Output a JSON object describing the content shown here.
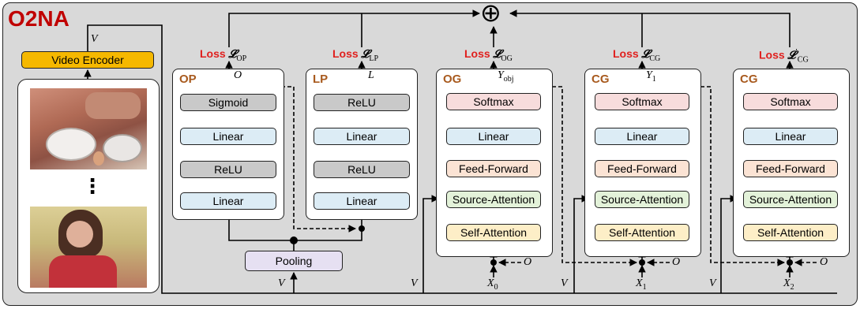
{
  "title": "O2NA",
  "colors": {
    "title": "#c00000",
    "loss_word": "#e0201e",
    "panel_title": "#a85a1e",
    "video_encoder": "#f5b800"
  },
  "video_encoder": {
    "label": "Video Encoder",
    "output_var": "V"
  },
  "frames": {
    "ellipsis": "⋮"
  },
  "pooling": {
    "label": "Pooling",
    "input_var": "V"
  },
  "op": {
    "title": "OP",
    "output_var": "O",
    "loss": {
      "word": "Loss",
      "symbol": "𝓛",
      "sub": "OP"
    },
    "blocks": [
      "Sigmoid",
      "Linear",
      "ReLU",
      "Linear"
    ]
  },
  "lp": {
    "title": "LP",
    "output_var": "L",
    "loss": {
      "word": "Loss",
      "symbol": "𝓛",
      "sub": "LP"
    },
    "blocks": [
      "ReLU",
      "Linear",
      "ReLU",
      "Linear"
    ]
  },
  "og": {
    "title": "OG",
    "output_var": "Y",
    "output_sub": "obj",
    "loss": {
      "word": "Loss",
      "symbol": "𝓛",
      "sub": "OG"
    },
    "blocks": [
      "Softmax",
      "Linear",
      "Feed-Forward",
      "Source-Attention",
      "Self-Attention"
    ],
    "input_var": "X",
    "input_sub": "0",
    "side_var": "O",
    "v_var": "V"
  },
  "cg1": {
    "title": "CG",
    "output_var": "Y",
    "output_sub": "1",
    "loss": {
      "word": "Loss",
      "symbol": "𝓛",
      "sub": "CG"
    },
    "blocks": [
      "Softmax",
      "Linear",
      "Feed-Forward",
      "Source-Attention",
      "Self-Attention"
    ],
    "input_var": "X",
    "input_sub": "1",
    "side_var": "O",
    "v_var": "V"
  },
  "cg2": {
    "title": "CG",
    "loss": {
      "word": "Loss",
      "symbol": "𝓛",
      "prime": "′",
      "sub": "CG"
    },
    "blocks": [
      "Softmax",
      "Linear",
      "Feed-Forward",
      "Source-Attention",
      "Self-Attention"
    ],
    "input_var": "X",
    "input_sub": "2",
    "side_var": "O",
    "v_var": "V"
  },
  "sum_symbol": "⊕"
}
